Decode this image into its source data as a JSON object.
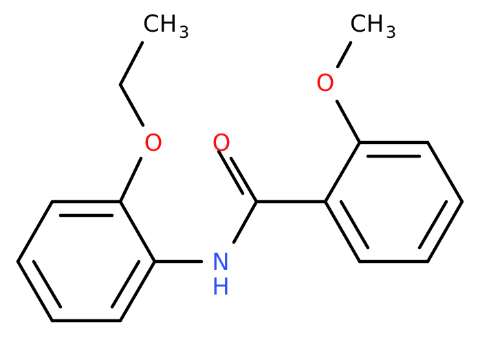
{
  "atoms": [
    {
      "id": "ch3_top_left",
      "label": "CH",
      "sub": "3",
      "color": "#000000"
    },
    {
      "id": "ch3_top_right",
      "label": "CH",
      "sub": "3",
      "color": "#000000"
    },
    {
      "id": "o_ethoxy",
      "label": "O",
      "color": "#ff0d0d"
    },
    {
      "id": "o_methoxy",
      "label": "O",
      "color": "#ff0d0d"
    },
    {
      "id": "o_carbonyl",
      "label": "O",
      "color": "#ff0d0d"
    },
    {
      "id": "n_amide",
      "label": "N",
      "sub": "H",
      "color": "#3050f8"
    }
  ],
  "colors": {
    "bond": "#000000",
    "oxygen": "#ff0d0d",
    "nitrogen": "#3050f8",
    "background": "#ffffff"
  }
}
